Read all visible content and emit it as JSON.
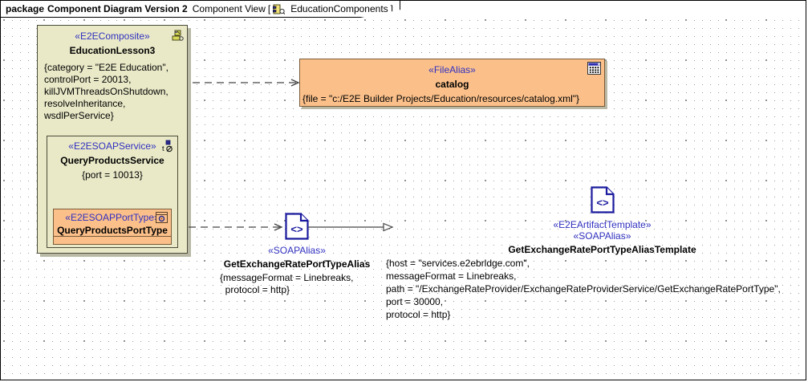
{
  "header": {
    "keyword": "package",
    "package_name": "Component Diagram Version 2",
    "view": "Component View",
    "bracket_open": "[",
    "diagram_icon": "component-diagram-icon",
    "diagram_name": "EducationComponents",
    "bracket_close": "]"
  },
  "colors": {
    "composite_fill": "#e9e9c8",
    "composite_border": "#4b4b3a",
    "porttype_fill": "#fbc08a",
    "porttype_border": "#7a5a38",
    "stereotype_text": "#3030c0",
    "name_text": "#000000",
    "canvas_bg": "#ffffff",
    "shadow": "#b9b9a6",
    "icon_blue": "#1a1a9e"
  },
  "shapes": {
    "composite": {
      "stereotype": "«E2EComposite»",
      "name": "EducationLesson3",
      "properties": "{category = \"E2E Education\",\ncontrolPort = 20013,\nkillJVMThreadsOnShutdown,\nresolveInheritance,\nwsdlPerService}",
      "icon": "composite-icon"
    },
    "soap_service": {
      "stereotype": "«E2ESOAPService»",
      "name": "QueryProductsService",
      "properties": "{port = 10013}",
      "icon": "soap-service-icon"
    },
    "port_type": {
      "stereotype": "«E2ESOAPPortType»",
      "name": "QueryProductsPortType",
      "icon": "port-type-icon"
    },
    "catalog": {
      "stereotype": "«FileAlias»",
      "name": "catalog",
      "properties": "{file = \"c:/E2E Builder Projects/Education/resources/catalog.xml\"}",
      "icon": "file-alias-icon"
    },
    "soap_alias": {
      "stereotype": "«SOAPAlias»",
      "name": "GetExchangeRatePortTypeAlias",
      "properties": "{messageFormat = Linebreaks,\n  protocol = http}",
      "icon": "artifact-code-icon"
    },
    "artifact_template": {
      "stereotype_1": "«E2EArtifactTemplate»",
      "stereotype_2": "«SOAPAlias»",
      "name": "GetExchangeRatePortTypeAliasTemplate",
      "properties": "{host = \"services.e2ebridge.com\",\nmessageFormat = Linebreaks,\npath = \"/ExchangeRateProvider/ExchangeRateProviderService/GetExchangeRatePortType\",\nport = 30000,\nprotocol = http}",
      "icon": "artifact-code-icon"
    }
  },
  "connectors": [
    {
      "name": "composite-to-catalog",
      "style": "dashed",
      "arrow": "open"
    },
    {
      "name": "porttype-to-soapalias",
      "style": "dashed",
      "arrow": "open"
    },
    {
      "name": "soapalias-to-template",
      "style": "solid",
      "arrow": "hollow-triangle"
    }
  ]
}
